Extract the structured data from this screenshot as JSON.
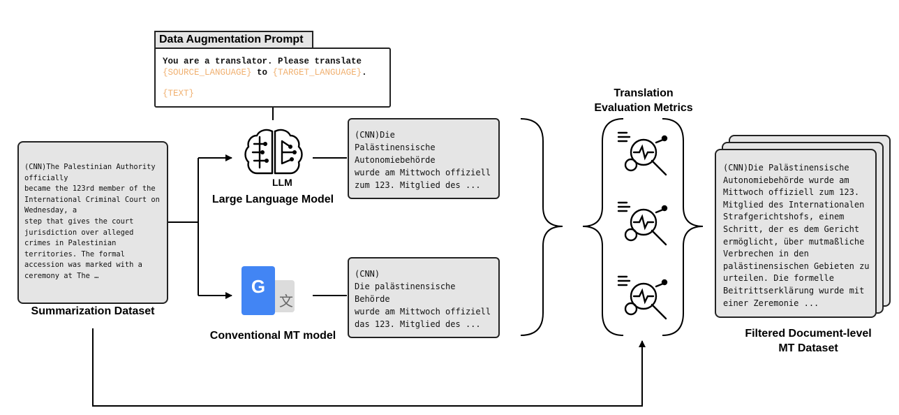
{
  "prompt": {
    "title": "Data Augmentation Prompt",
    "line1": "You are a translator. Please translate",
    "source_placeholder": "{SOURCE_LANGUAGE}",
    "to_word": " to ",
    "target_placeholder": "{TARGET_LANGUAGE}",
    "period": ".",
    "text_placeholder": "{TEXT}",
    "placeholder_color": "#f0b070"
  },
  "source": {
    "text": "(CNN)The Palestinian Authority\nofficially\nbecame the 123rd member of the\nInternational Criminal Court on\nWednesday, a\nstep that gives the court\njurisdiction over alleged\ncrimes in Palestinian\nterritories. The formal\naccession was marked with a\nceremony at The …",
    "label": "Summarization Dataset"
  },
  "llm": {
    "icon_text": "LLM",
    "label": "Large Language Model",
    "output": "(CNN)Die\nPalästinensische\nAutonomiebehörde\nwurde am Mittwoch offiziell\nzum 123. Mitglied des ..."
  },
  "mt": {
    "icon_letters": [
      "G",
      "文"
    ],
    "label": "Conventional MT model",
    "output": "(CNN)\nDie palästinensische\nBehörde\nwurde am Mittwoch offiziell\ndas 123. Mitglied des ..."
  },
  "metrics": {
    "title_line1": "Translation",
    "title_line2": "Evaluation Metrics",
    "icon_count": 3
  },
  "result": {
    "text": "(CNN)Die Palästinensische\nAutonomiebehörde wurde am\nMittwoch offiziell zum 123.\nMitglied des Internationalen\nStrafgerichtshofs, einem\nSchritt, der es dem Gericht\nermöglicht, über mutmaßliche\nVerbrechen in den\npalästinensischen Gebieten zu\nurteilen. Die formelle\nBeitrittserklärung wurde mit\neiner Zeremonie ...",
    "label_line1": "Filtered Document-level",
    "label_line2": "MT Dataset"
  }
}
